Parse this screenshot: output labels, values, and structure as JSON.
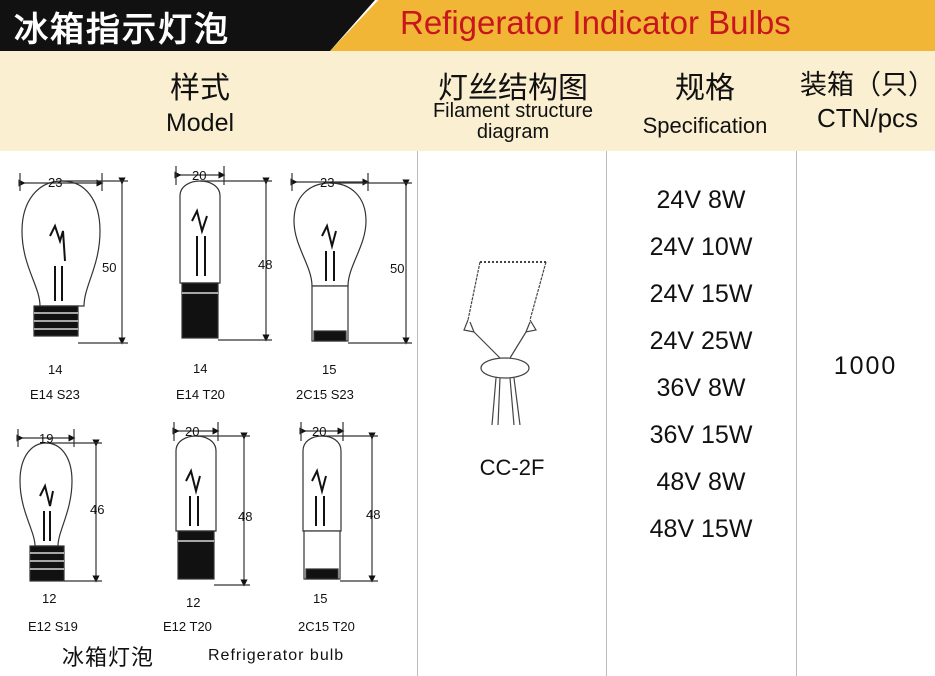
{
  "banner": {
    "title_cn": "冰箱指示灯泡",
    "title_en": "Refigerator Indicator Bulbs"
  },
  "headers": {
    "model_cn": "样式",
    "model_en": "Model",
    "filament_cn": "灯丝结构图",
    "filament_en_1": "Filament structure",
    "filament_en_2": "diagram",
    "spec_cn": "规格",
    "spec_en": "Specification",
    "ctn_cn": "装箱（只）",
    "ctn_en": "CTN/pcs"
  },
  "bulbs": [
    {
      "name": "E14 S23",
      "width": "23",
      "height": "50",
      "base": "14"
    },
    {
      "name": "E14 T20",
      "width": "20",
      "height": "48",
      "base": "14"
    },
    {
      "name": "2C15 S23",
      "width": "23",
      "height": "50",
      "base": "15"
    },
    {
      "name": "E12 S19",
      "width": "19",
      "height": "46",
      "base": "12"
    },
    {
      "name": "E12 T20",
      "width": "20",
      "height": "48",
      "base": "12"
    },
    {
      "name": "2C15 T20",
      "width": "20",
      "height": "48",
      "base": "15"
    }
  ],
  "caption_cn": "冰箱灯泡",
  "caption_en": "Refrigerator bulb",
  "filament_code": "CC-2F",
  "specs": [
    "24V 8W",
    "24V 10W",
    "24V 15W",
    "24V 25W",
    "36V 8W",
    "36V 15W",
    "48V 8W",
    "48V 15W"
  ],
  "ctn": "1000"
}
